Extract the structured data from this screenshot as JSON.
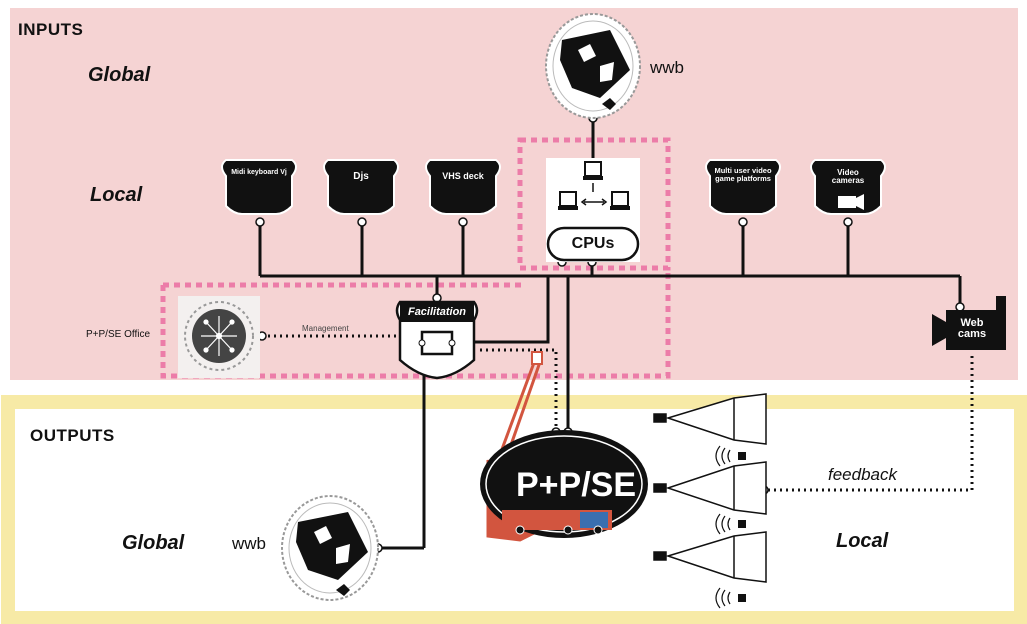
{
  "sections": {
    "inputs_title": "INPUTS",
    "outputs_title": "OUTPUTS"
  },
  "inputs": {
    "global_label": "Global",
    "local_label": "Local",
    "wwb_label": "wwb",
    "sources": [
      {
        "label": "Midi keyboard Vj"
      },
      {
        "label": "Djs"
      },
      {
        "label": "VHS deck"
      },
      {
        "label": "Multi user video game platforms"
      },
      {
        "label": "Video cameras"
      }
    ],
    "cpus_label": "CPUs",
    "webcams_label": "Web cams",
    "office_label": "P+P/SE Office",
    "management_label": "Management",
    "facilitation_label": "Facilitation"
  },
  "outputs": {
    "global_label": "Global",
    "local_label": "Local",
    "wwb_label": "wwb",
    "hub_label": "P+P/SE",
    "feedback_label": "feedback"
  },
  "colors": {
    "inputs_bg": "#f5d3d3",
    "outputs_border": "#f7eaa6",
    "dashed_pink": "#ec7ca8",
    "truck_red": "#d2553f",
    "black": "#111111"
  }
}
